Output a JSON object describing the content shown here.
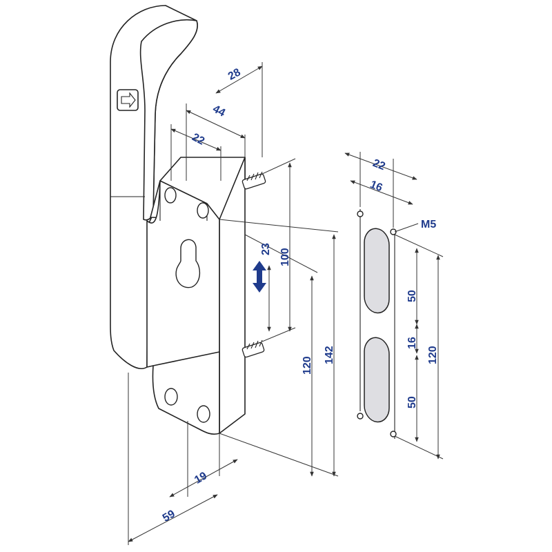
{
  "dimensions": {
    "width_28": "28",
    "width_44": "44",
    "width_22_handle": "22",
    "travel_23": "23",
    "stud_spacing_100": "100",
    "height_120_handle": "120",
    "height_142": "142",
    "base_19": "19",
    "base_59": "59",
    "plate_22": "22",
    "plate_16_width": "16",
    "thread": "M5",
    "slot_50_top": "50",
    "gap_16": "16",
    "slot_50_bottom": "50",
    "plate_120": "120"
  },
  "colors": {
    "dimension_text": "#1f3b8c",
    "travel_arrow": "#1f3b8c",
    "line": "#222222"
  },
  "icons": {
    "handle_symbol": "direction-arrow-icon",
    "travel_indicator": "double-arrow-icon"
  }
}
